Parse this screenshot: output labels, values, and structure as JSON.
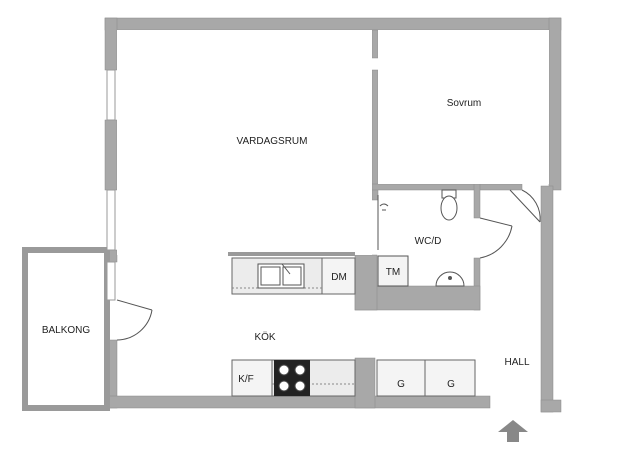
{
  "rooms": {
    "living": "VARDAGSRUM",
    "bedroom": "Sovrum",
    "bathroom": "WC/D",
    "kitchen": "KÖK",
    "balcony": "BALKONG",
    "hall": "HALL"
  },
  "fixtures": {
    "dishwasher": "DM",
    "washer": "TM",
    "fridge_freezer": "K/F",
    "cabinet_1": "G",
    "cabinet_2": "G"
  },
  "colors": {
    "wall": "#a8a8a8",
    "wall_outline": "#8a8a8a",
    "floor": "#ffffff",
    "counter": "#ececec",
    "stove": "#222222",
    "arrow": "#888888"
  },
  "icons": {
    "entrance": "entrance-arrow-icon"
  }
}
